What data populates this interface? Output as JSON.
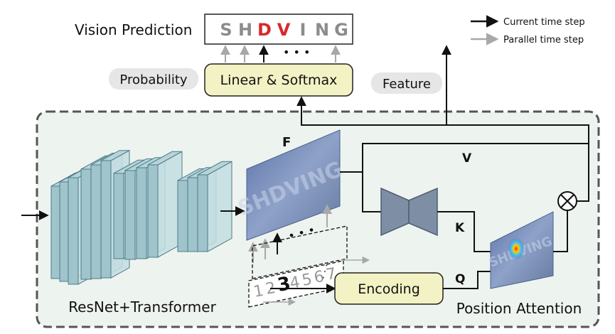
{
  "title": "Vision Prediction",
  "prediction_chars": [
    {
      "char": "S",
      "color": "#8c8c8c"
    },
    {
      "char": "H",
      "color": "#8c8c8c"
    },
    {
      "char": "D",
      "color": "#d62a2a"
    },
    {
      "char": "V",
      "color": "#d62a2a"
    },
    {
      "char": "I",
      "color": "#8c8c8c"
    },
    {
      "char": "N",
      "color": "#8c8c8c"
    },
    {
      "char": "G",
      "color": "#8c8c8c"
    }
  ],
  "legend": {
    "current": "Current time step",
    "parallel": "Parallel time step"
  },
  "labels": {
    "linear_softmax": "Linear & Softmax",
    "probability": "Probability",
    "feature": "Feature",
    "f": "F",
    "v": "V",
    "k": "K",
    "q": "Q",
    "encoding": "Encoding",
    "resnet": "ResNet+Transformer",
    "position_attention": "Position Attention",
    "feature_map_text": "SHDVING",
    "attention_map_text": "SHDVING",
    "dots": "• • •",
    "small_dots": ". . ."
  },
  "position_digits": [
    "1",
    "2",
    "3",
    "4",
    "5",
    "6",
    "7"
  ],
  "colors": {
    "yellow_box": "#f2f2c4",
    "gray_pill": "#e6e6e6",
    "panel_fill": "#edf3ef",
    "backbone_fill": "#9fc4cc",
    "feature_map": "#6f84b4",
    "gray_arrow": "#a8a8a8"
  }
}
